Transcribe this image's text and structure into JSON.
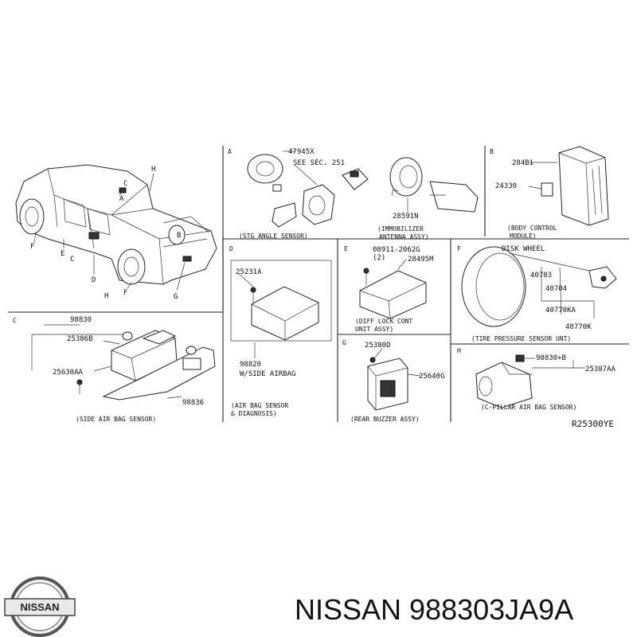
{
  "diagram_id": "R25300YE",
  "panels": {
    "A": {
      "letter": "A",
      "part1": "47945X",
      "ref": "SEE SEC. 251",
      "caption": "(STG ANGLE SENSOR)",
      "part2": "28591N",
      "caption2_line1": "(IMMOBILIZER",
      "caption2_line2": "ANTENNA ASSY)"
    },
    "B": {
      "letter": "B",
      "part1": "284B1",
      "part2": "24330",
      "caption_line1": "(BODY CONTROL",
      "caption_line2": "MODULE)"
    },
    "C": {
      "letter": "C",
      "part1": "98830",
      "part2": "25386B",
      "part3": "25630AA",
      "part4": "98836",
      "caption": "(SIDE AIR BAG SENSOR)"
    },
    "D": {
      "letter": "D",
      "part1": "25231A",
      "part2": "98820",
      "note": "W/SIDE AIRBAG",
      "caption_line1": "(AIR BAG SENSOR",
      "caption_line2": "& DIAGNOSIS)"
    },
    "E": {
      "letter": "E",
      "part1": "08911-2062G",
      "part1_qty": "(2)",
      "part2": "28495M",
      "caption_line1": "(DIFF LOCK CONT",
      "caption_line2": "UNIT ASSY)"
    },
    "F": {
      "letter": "F",
      "label": "DISK WHEEL",
      "part1": "40703",
      "part2": "40704",
      "part3": "40770KA",
      "part4": "40770K",
      "caption": "(TIRE PRESSURE SENSOR UNT)"
    },
    "G": {
      "letter": "G",
      "part1": "25380D",
      "part2": "25640G",
      "caption": "(REAR BUZZER ASSY)"
    },
    "H": {
      "letter": "H",
      "part1": "98830+B",
      "part2": "25387AA",
      "caption": "(C-PILLAR AIR BAG SENSOR)"
    }
  },
  "truck_callouts": [
    "H",
    "C",
    "A",
    "B",
    "G",
    "F",
    "D",
    "H",
    "C",
    "E",
    "F"
  ],
  "footer": {
    "logo_text": "NISSAN",
    "part_text": "NISSAN 988303JA9A"
  }
}
